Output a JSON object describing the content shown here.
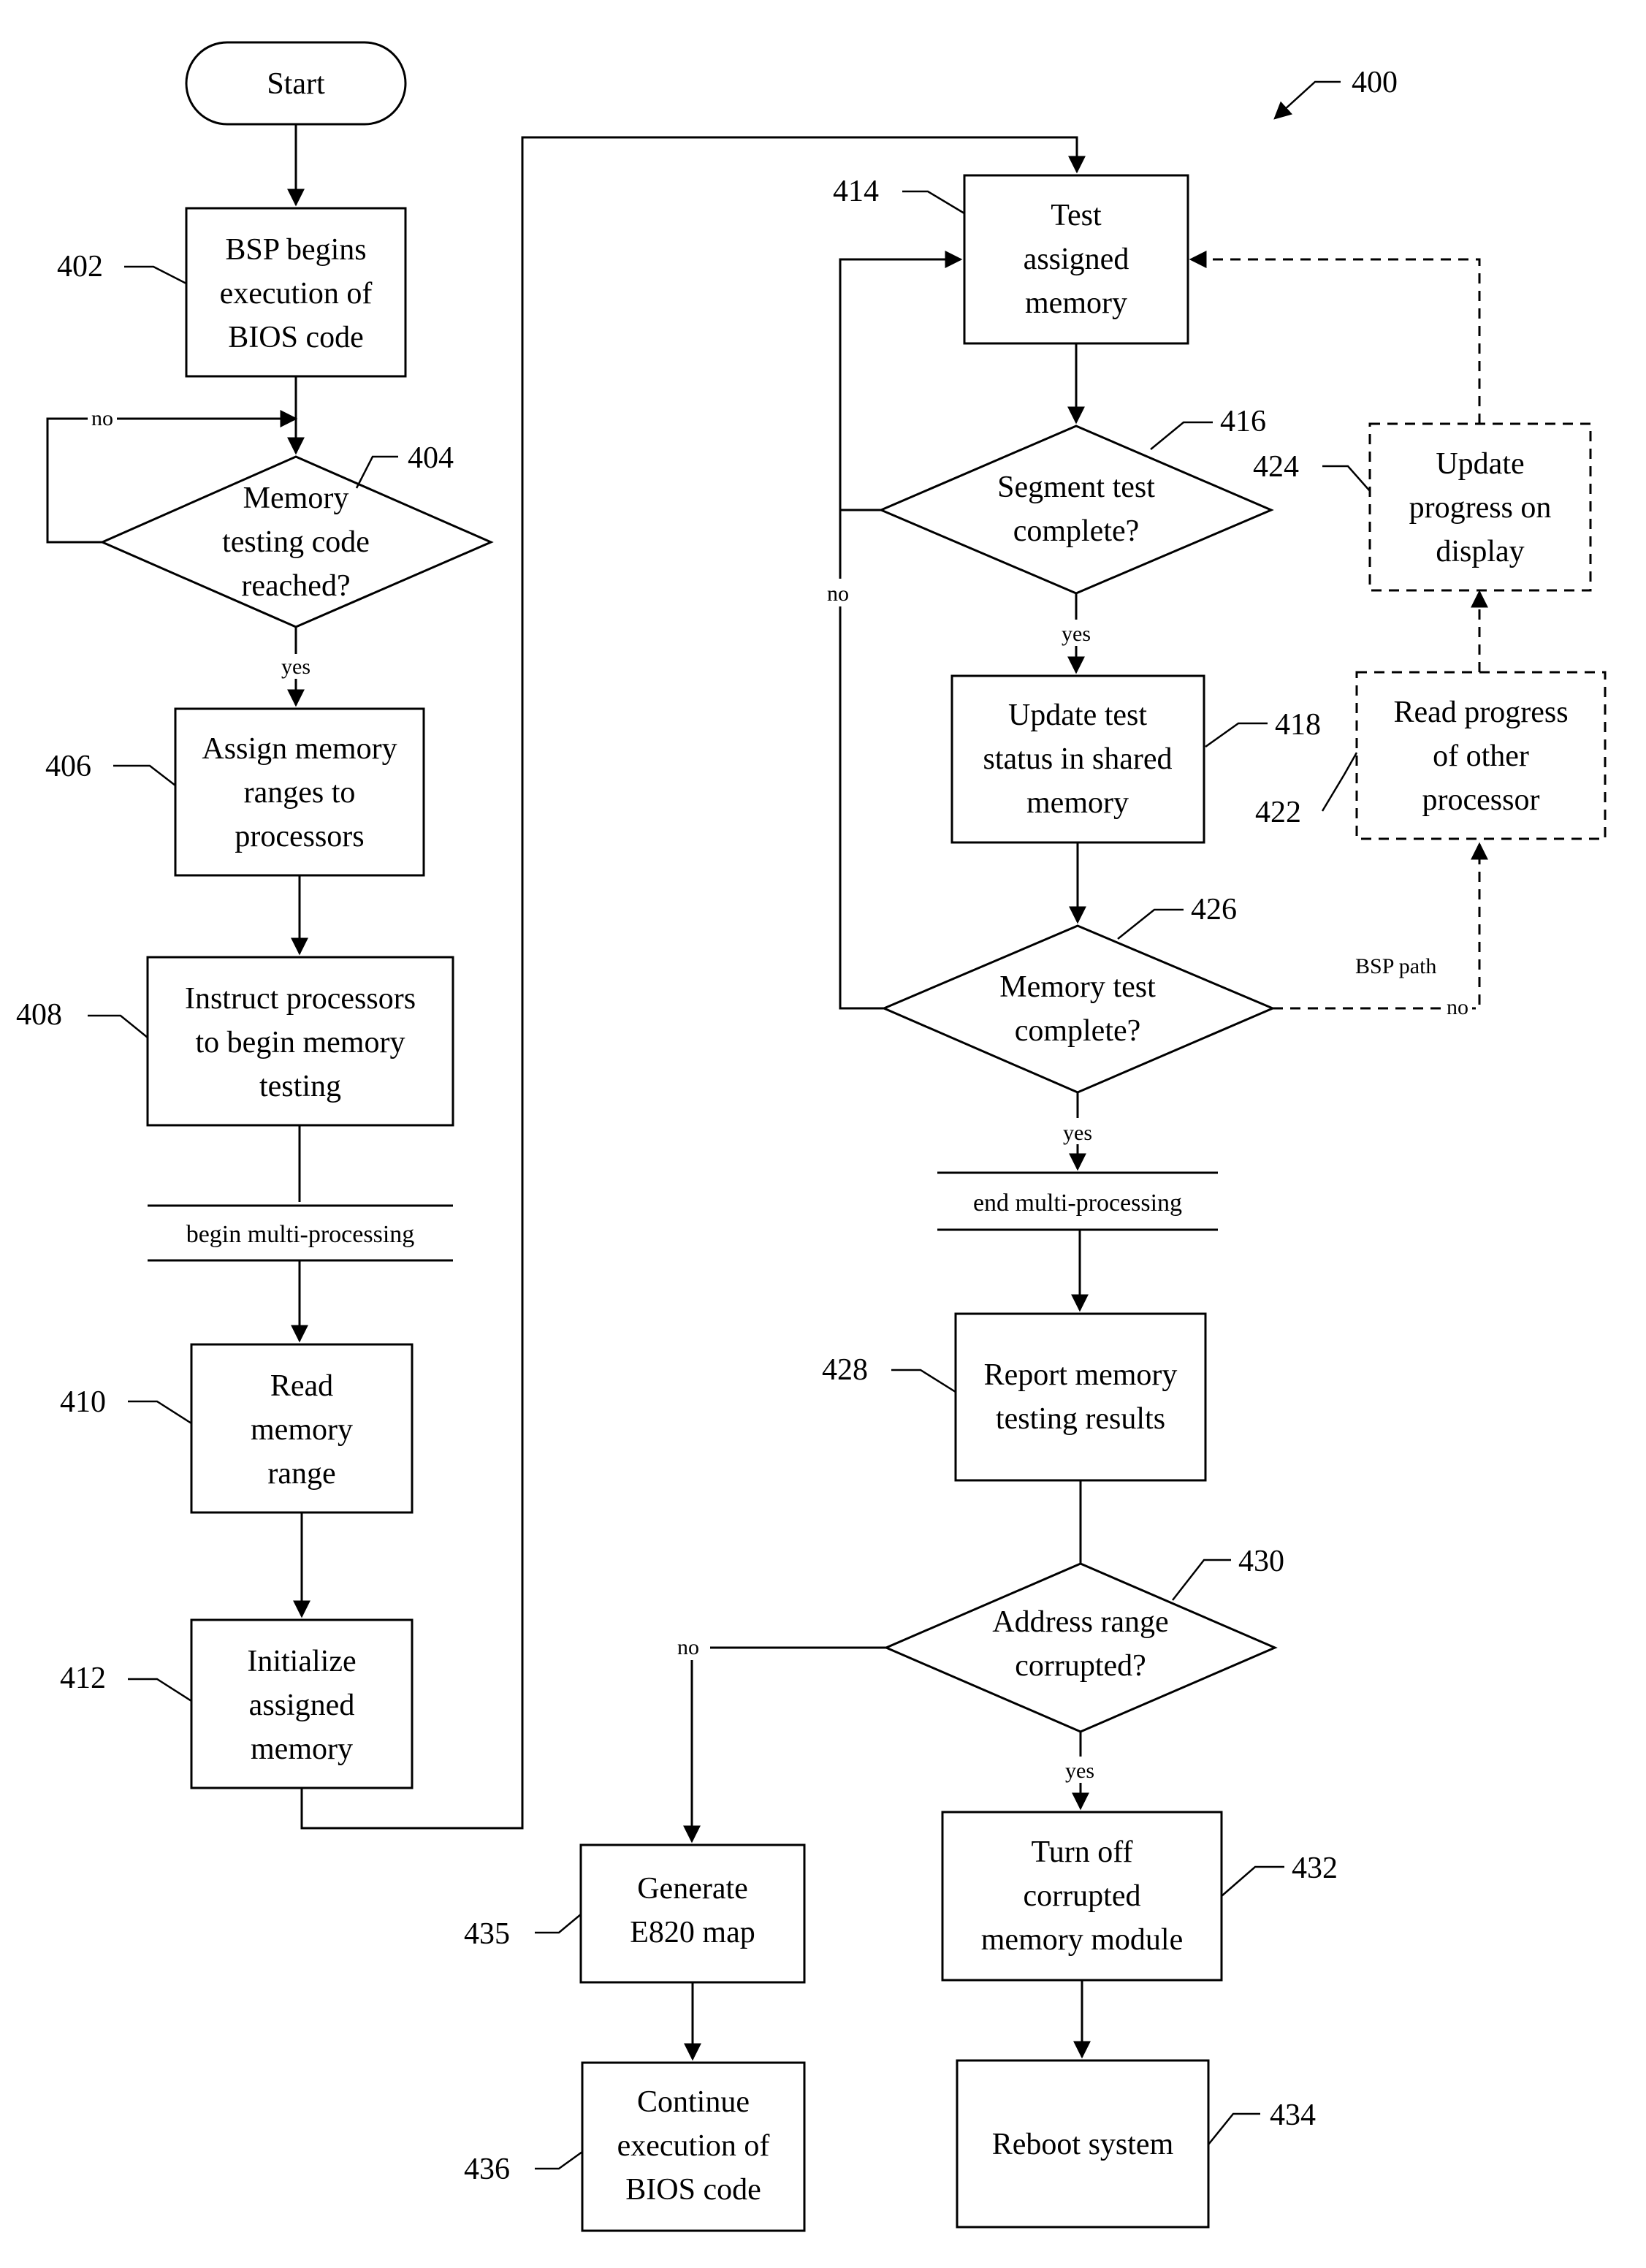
{
  "figure_number": "400",
  "nodes": {
    "start": {
      "ref": "",
      "lines": [
        "Start"
      ]
    },
    "n402": {
      "ref": "402",
      "lines": [
        "BSP begins",
        "execution of",
        "BIOS code"
      ]
    },
    "n404": {
      "ref": "404",
      "lines": [
        "Memory",
        "testing code",
        "reached?"
      ]
    },
    "n406": {
      "ref": "406",
      "lines": [
        "Assign memory",
        "ranges to",
        "processors"
      ]
    },
    "n408": {
      "ref": "408",
      "lines": [
        "Instruct processors",
        "to begin memory",
        "testing"
      ]
    },
    "n410": {
      "ref": "410",
      "lines": [
        "Read",
        "memory",
        "range"
      ]
    },
    "n412": {
      "ref": "412",
      "lines": [
        "Initialize",
        "assigned",
        "memory"
      ]
    },
    "n414": {
      "ref": "414",
      "lines": [
        "Test",
        "assigned",
        "memory"
      ]
    },
    "n416": {
      "ref": "416",
      "lines": [
        "Segment test",
        "complete?"
      ]
    },
    "n418": {
      "ref": "418",
      "lines": [
        "Update test",
        "status in shared",
        "memory"
      ]
    },
    "n422": {
      "ref": "422",
      "lines": [
        "Read progress",
        "of other",
        "processor"
      ]
    },
    "n424": {
      "ref": "424",
      "lines": [
        "Update",
        "progress on",
        "display"
      ]
    },
    "n426": {
      "ref": "426",
      "lines": [
        "Memory test",
        "complete?"
      ]
    },
    "n428": {
      "ref": "428",
      "lines": [
        "Report memory",
        "testing results"
      ]
    },
    "n430": {
      "ref": "430",
      "lines": [
        "Address range",
        "corrupted?"
      ]
    },
    "n432": {
      "ref": "432",
      "lines": [
        "Turn off",
        "corrupted",
        "memory module"
      ]
    },
    "n434": {
      "ref": "434",
      "lines": [
        "Reboot system"
      ]
    },
    "n435": {
      "ref": "435",
      "lines": [
        "Generate",
        "E820 map"
      ]
    },
    "n436": {
      "ref": "436",
      "lines": [
        "Continue",
        "execution of",
        "BIOS code"
      ]
    }
  },
  "bands": {
    "begin_mp": "begin multi-processing",
    "end_mp": "end multi-processing"
  },
  "edge_labels": {
    "no_404": "no",
    "yes_404": "yes",
    "no_416": "no",
    "yes_416": "yes",
    "bsp_path": "BSP path",
    "no_426": "no",
    "yes_426": "yes",
    "no_430": "no",
    "yes_430": "yes"
  }
}
